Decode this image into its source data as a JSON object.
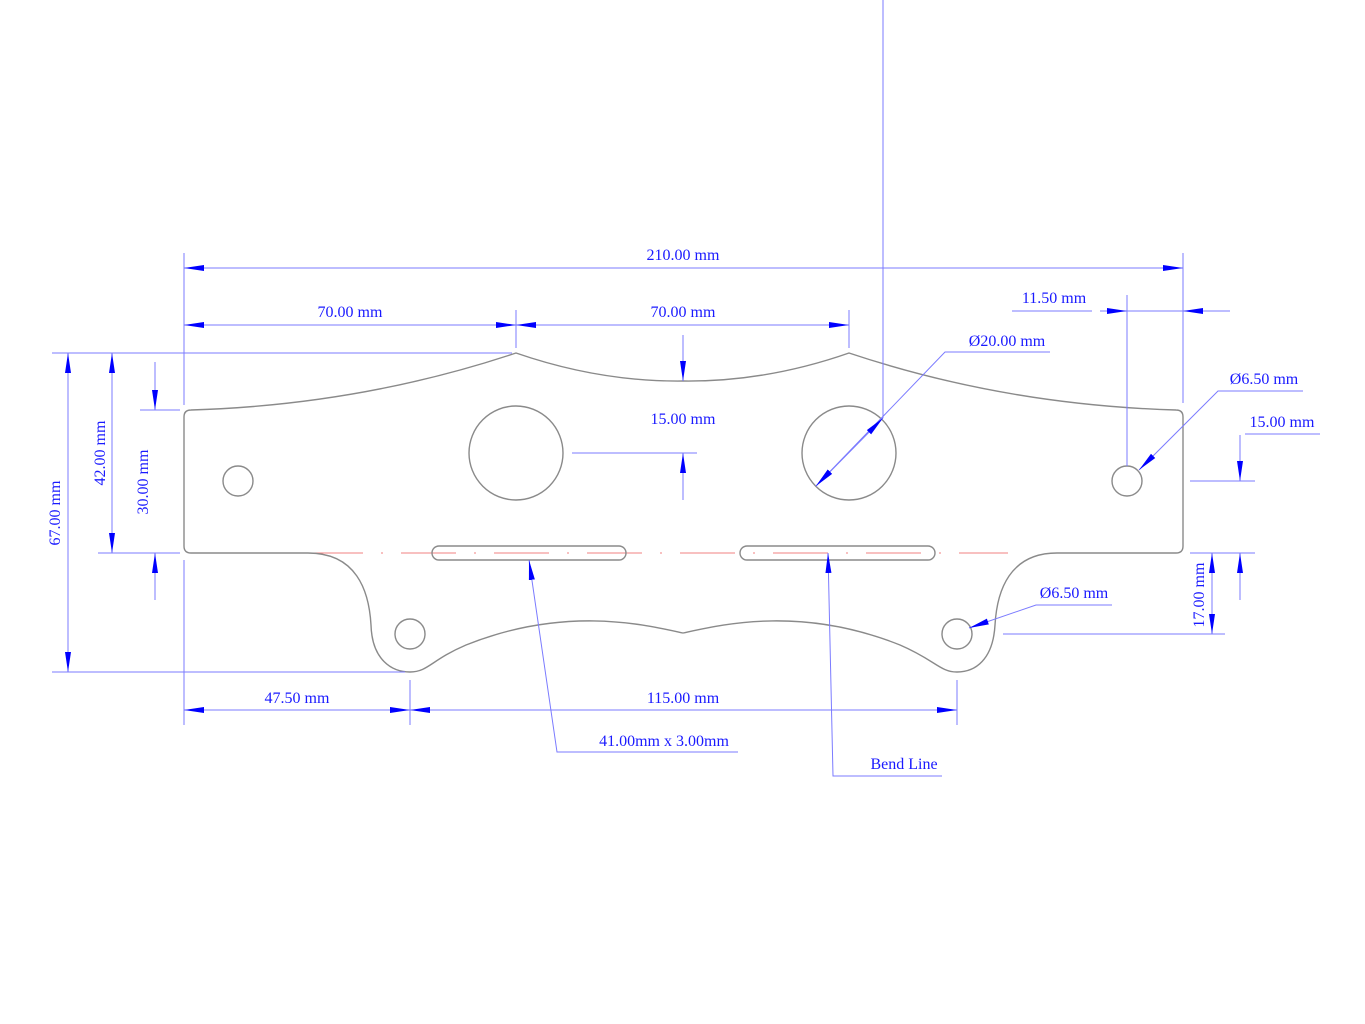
{
  "drawing": {
    "colors": {
      "part": "#8a8a8a",
      "dimension": "#1a1aff",
      "bend_line": "#f08080"
    },
    "dimensions": {
      "overall_width": "210.00 mm",
      "left_to_peak": "70.00 mm",
      "peak_to_peak": "70.00 mm",
      "hole_edge_offset": "11.50 mm",
      "large_hole_dia": "Ø20.00 mm",
      "small_hole_dia_top": "Ø6.50 mm",
      "right_hole_height": "15.00 mm",
      "arc_depth": "15.00 mm",
      "overall_height": "67.00 mm",
      "peak_height": "42.00 mm",
      "plate_height": "30.00 mm",
      "tab_hole_height": "17.00 mm",
      "small_hole_dia_bottom": "Ø6.50 mm",
      "left_to_tab_hole": "47.50 mm",
      "tab_hole_spacing": "115.00 mm",
      "slot_size": "41.00mm x 3.00mm",
      "bend_line": "Bend Line"
    }
  }
}
